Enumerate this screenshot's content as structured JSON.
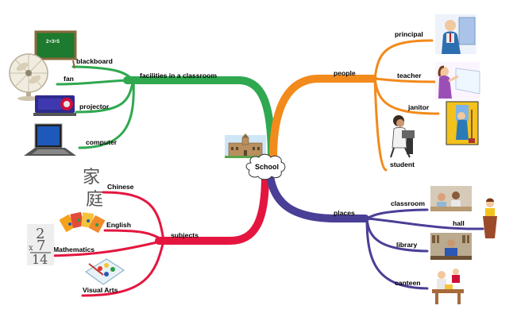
{
  "center": {
    "label": "School"
  },
  "branches": [
    {
      "id": "facilities",
      "label": "facilities in a classroom",
      "color": "#2fa84f",
      "children": [
        "blackboard",
        "fan",
        "projector",
        "computer"
      ],
      "icons": [
        "blackboard-icon",
        "fan-icon",
        "projector-icon",
        "computer-icon"
      ]
    },
    {
      "id": "people",
      "label": "people",
      "color": "#f28a1c",
      "children": [
        "principal",
        "teacher",
        "janitor",
        "student"
      ],
      "icons": [
        "principal-icon",
        "teacher-icon",
        "janitor-icon",
        "student-icon"
      ]
    },
    {
      "id": "subjects",
      "label": "subjects",
      "color": "#e4163f",
      "children": [
        "Chinese",
        "English",
        "Mathematics",
        "Visual Arts"
      ],
      "icons": [
        "chinese-characters-icon",
        "english-cards-icon",
        "math-fraction-icon",
        "art-palette-icon"
      ]
    },
    {
      "id": "places",
      "label": "places",
      "color": "#4a3f96",
      "children": [
        "classroom",
        "hall",
        "library",
        "canteen"
      ],
      "icons": [
        "classroom-photo-icon",
        "hall-podium-icon",
        "library-photo-icon",
        "canteen-icon"
      ]
    }
  ],
  "glyphs": {
    "chinese_top": "家",
    "chinese_bottom": "庭",
    "math_top": "2",
    "math_bottom_left": "7",
    "math_times": "x",
    "math_result": "14",
    "blackboard_text": "2+3=5"
  }
}
